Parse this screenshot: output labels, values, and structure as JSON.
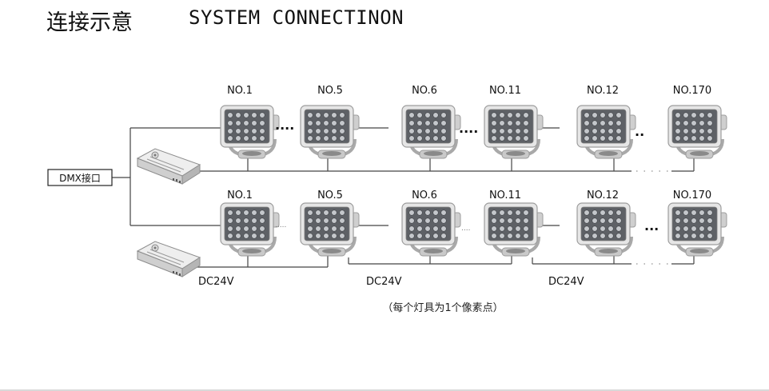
{
  "title": {
    "cn": "连接示意",
    "en": "SYSTEM CONNECTINON"
  },
  "dmx_label": "DMX接口",
  "rows": [
    {
      "labels": [
        "NO.1",
        "NO.5",
        "NO.6",
        "NO.11",
        "NO.12",
        "NO.170"
      ],
      "gap_dots": [
        "....",
        "....",
        "..",
        "....."
      ]
    },
    {
      "labels": [
        "NO.1",
        "NO.5",
        "NO.6",
        "NO.11",
        "NO.12",
        "NO.170"
      ],
      "gap_dots": [
        ".....",
        "....",
        "...",
        "....."
      ]
    }
  ],
  "power_labels": [
    "DC24V",
    "DC24V",
    "DC24V"
  ],
  "footnote": "（每个灯具为1个像素点）"
}
